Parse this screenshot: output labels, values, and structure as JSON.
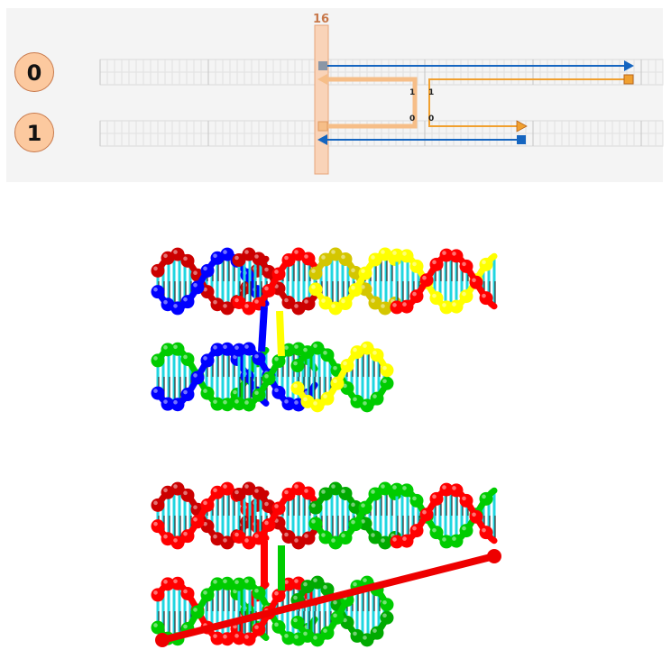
{
  "editor": {
    "slice_label": "16",
    "helices": [
      {
        "label": "0"
      },
      {
        "label": "1"
      }
    ],
    "crossover_labels": [
      "1",
      "1",
      "0",
      "0"
    ],
    "colors": {
      "scaffold": "#1565c0",
      "staple": "#f0a030",
      "slice": "#f9d3b8",
      "grid": "#d9d9d9",
      "helix_circle": "#fcc99f"
    }
  },
  "views": [
    {
      "name": "helix-3d-view-colored",
      "strand_colors": [
        "#ff0000",
        "#0000ff",
        "#ffff00",
        "#00cc00",
        "#00e0e0"
      ]
    },
    {
      "name": "helix-3d-view-two-color",
      "strand_colors": [
        "#ff0000",
        "#00cc00",
        "#00e0e0"
      ]
    }
  ]
}
